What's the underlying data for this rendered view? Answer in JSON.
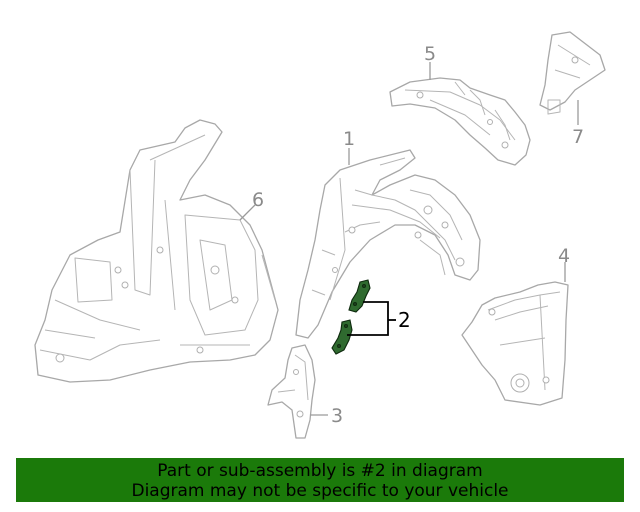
{
  "callouts": {
    "c1": "1",
    "c2": "2",
    "c3": "3",
    "c4": "4",
    "c5": "5",
    "c6": "6",
    "c7": "7"
  },
  "banner": {
    "line1": "Part or sub-assembly is #2 in diagram",
    "line2": "Diagram may not be specific to your vehicle"
  },
  "colors": {
    "banner_bg": "#1b7a0a",
    "highlight_part": "#2f6a2f",
    "line_art": "#a8a8a8"
  }
}
